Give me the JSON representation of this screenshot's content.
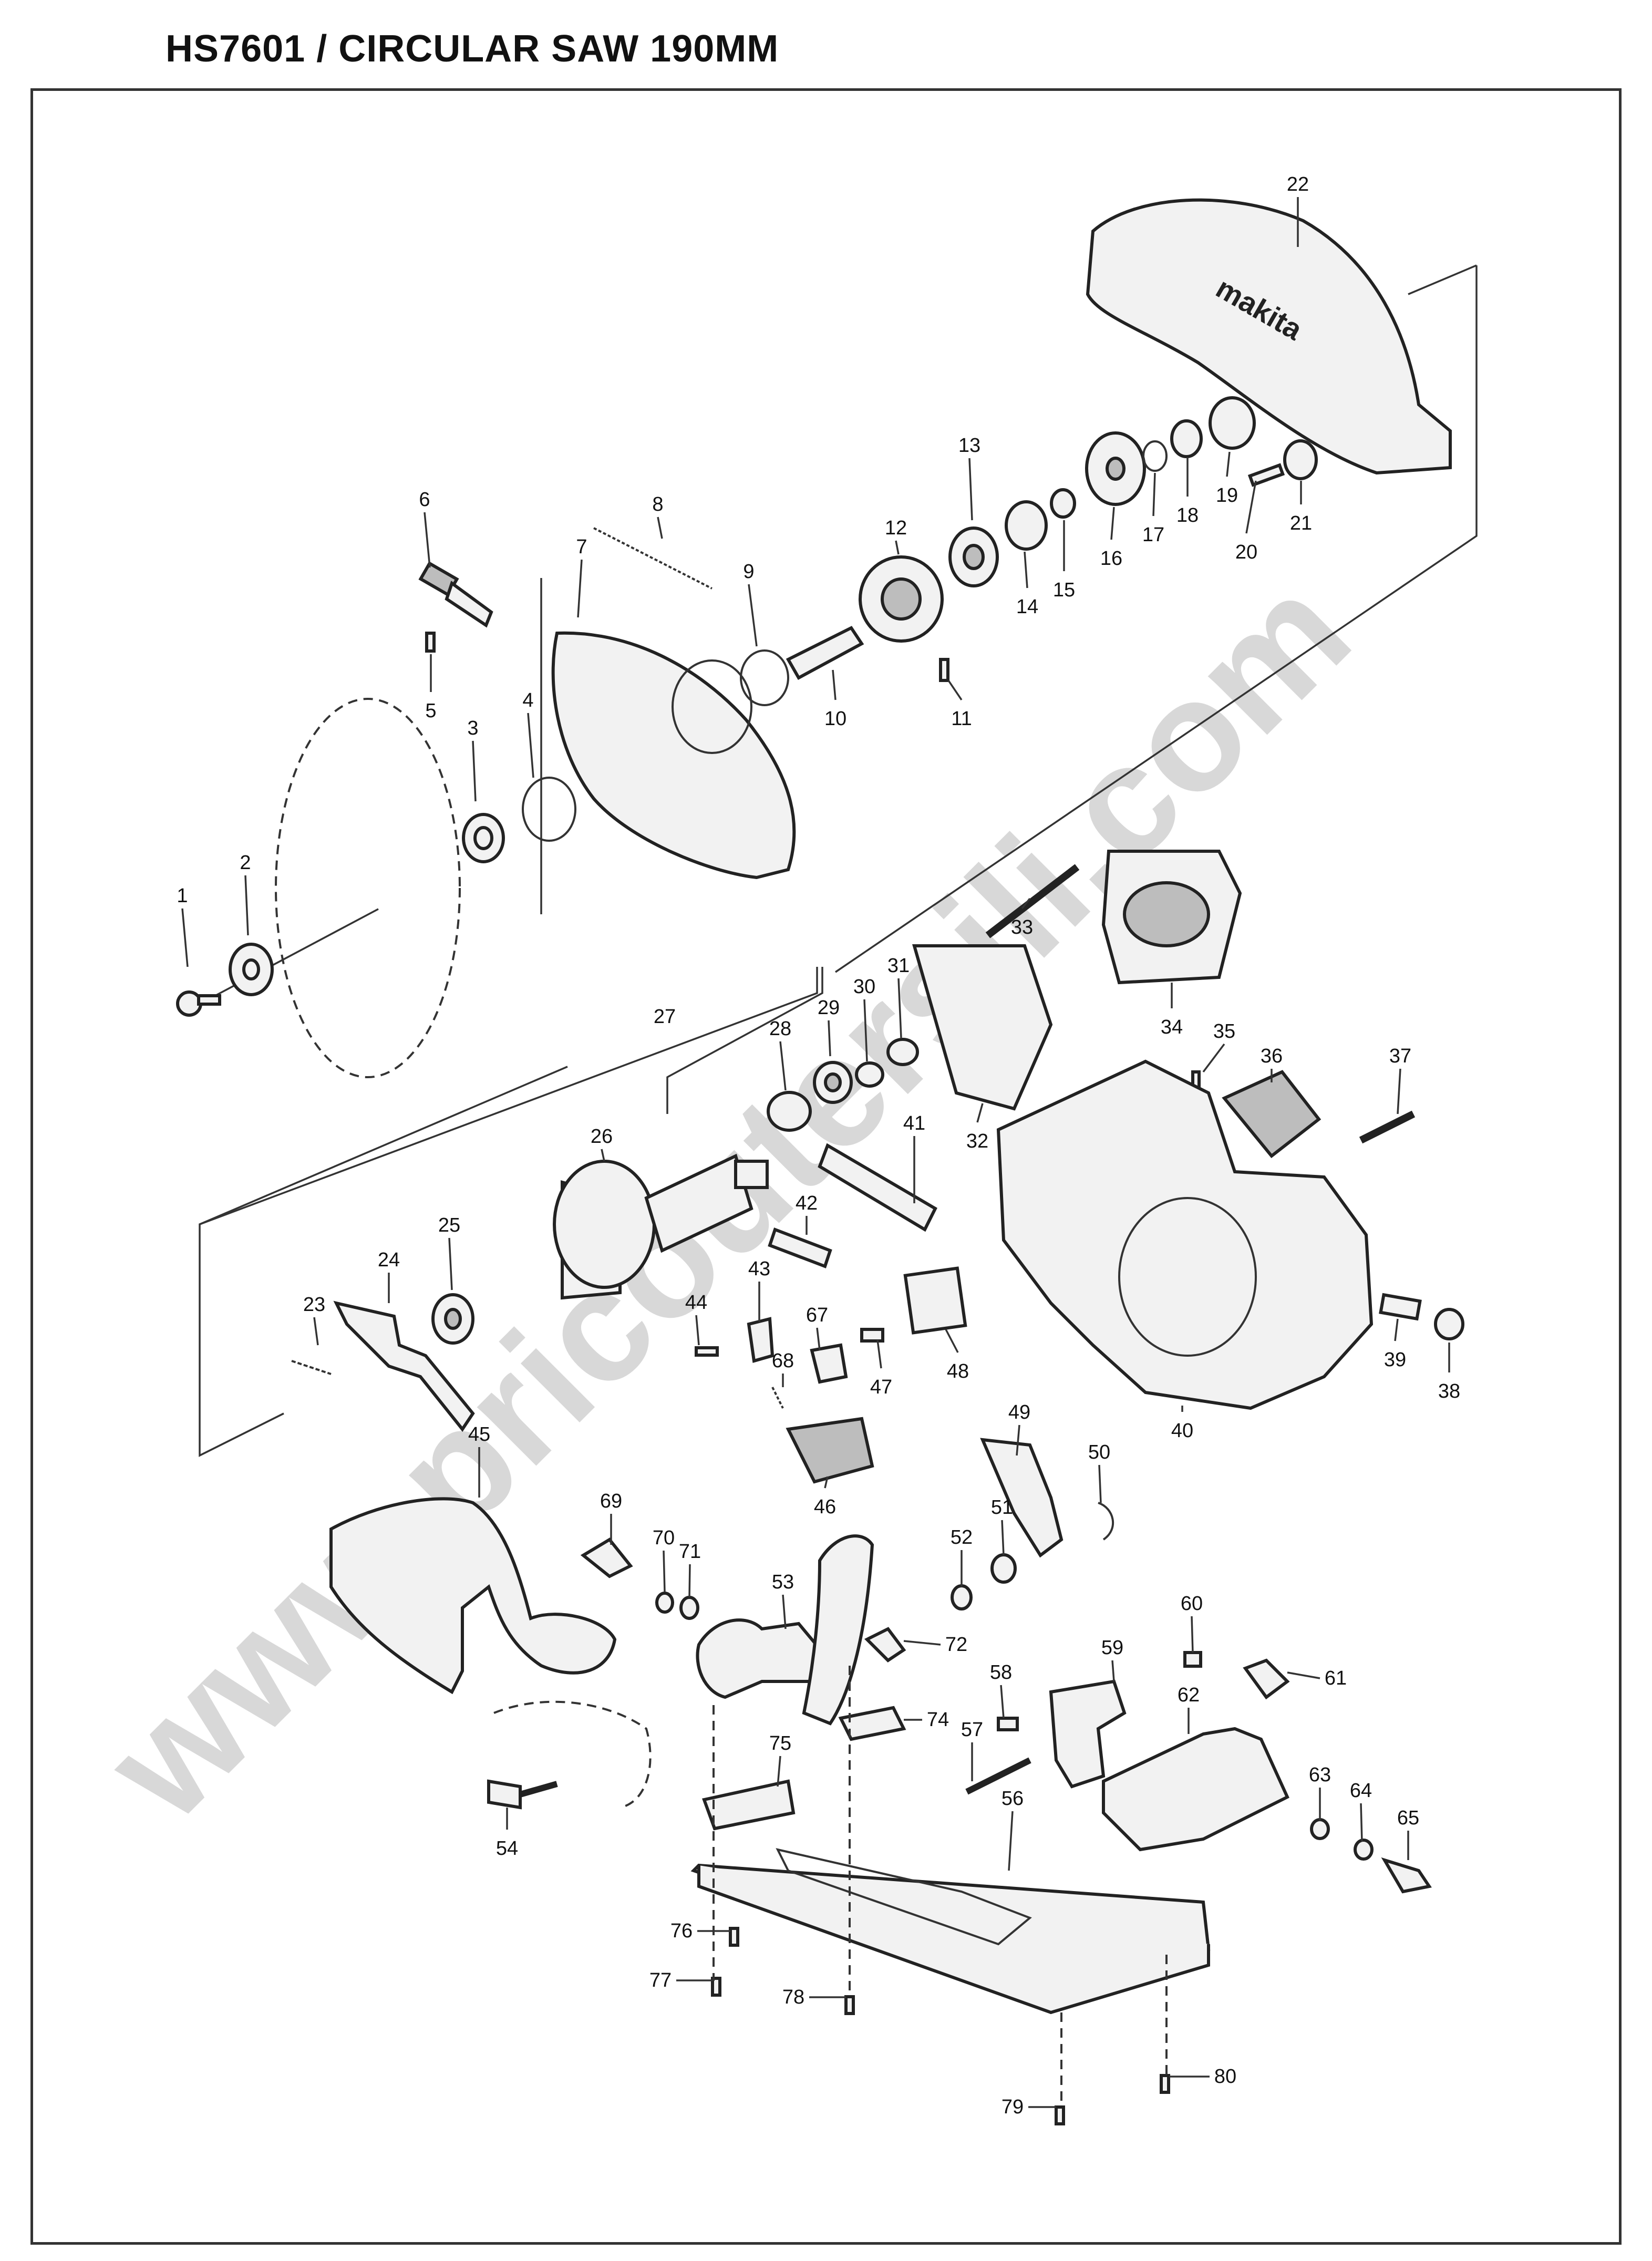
{
  "title": "HS7601 / CIRCULAR SAW 190MM",
  "watermark": "www.pricoutersili.com",
  "brand_mark": "makita",
  "parts": [
    "1",
    "2",
    "3",
    "4",
    "5",
    "6",
    "7",
    "8",
    "9",
    "10",
    "11",
    "12",
    "13",
    "14",
    "15",
    "16",
    "17",
    "18",
    "19",
    "20",
    "21",
    "22",
    "23",
    "24",
    "25",
    "26",
    "27",
    "28",
    "29",
    "30",
    "31",
    "32",
    "33",
    "34",
    "35",
    "36",
    "37",
    "38",
    "39",
    "40",
    "41",
    "42",
    "43",
    "44",
    "45",
    "46",
    "47",
    "48",
    "49",
    "50",
    "51",
    "52",
    "53",
    "54",
    "56",
    "57",
    "58",
    "59",
    "60",
    "61",
    "62",
    "63",
    "64",
    "65",
    "67",
    "68",
    "69",
    "70",
    "71",
    "72",
    "74",
    "75",
    "76",
    "77",
    "78",
    "79",
    "80"
  ]
}
